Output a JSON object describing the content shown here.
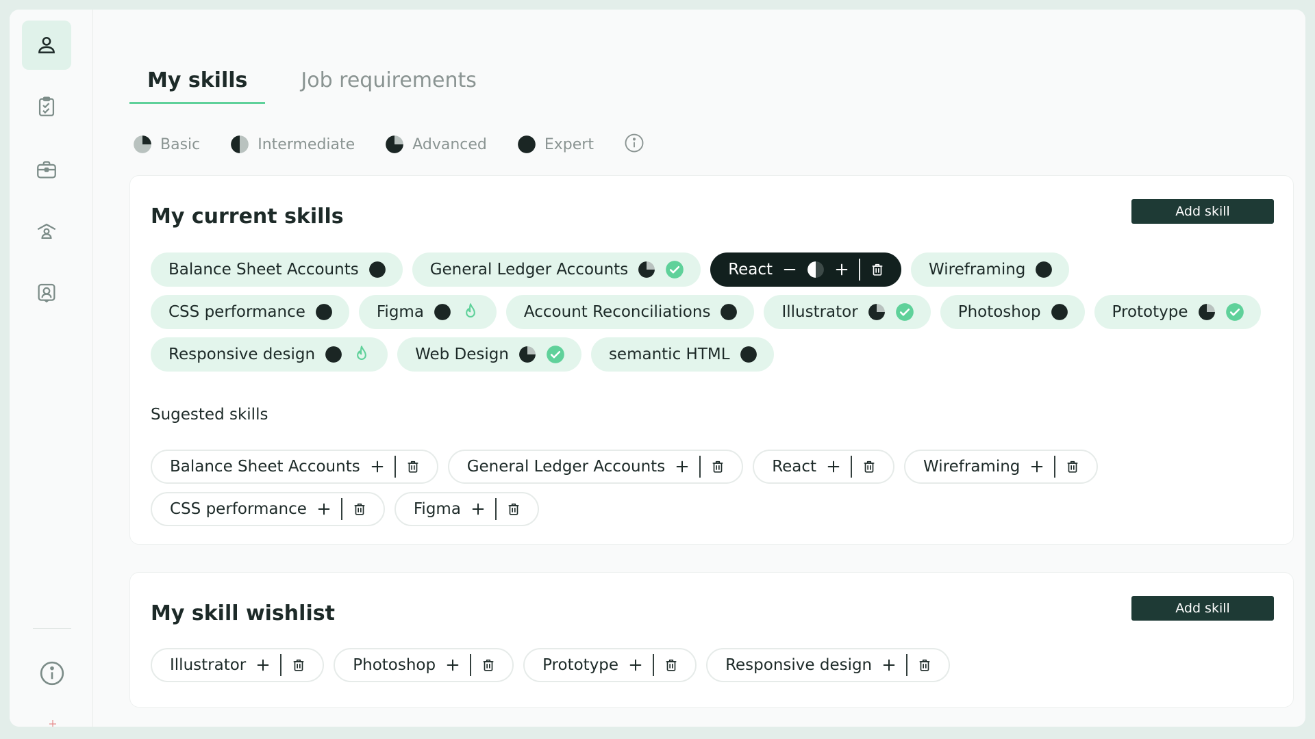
{
  "tabs": [
    {
      "label": "My skills",
      "active": true
    },
    {
      "label": "Job requirements",
      "active": false
    }
  ],
  "legend": [
    {
      "label": "Basic",
      "level": "basic"
    },
    {
      "label": "Intermediate",
      "level": "intermediate"
    },
    {
      "label": "Advanced",
      "level": "advanced"
    },
    {
      "label": "Expert",
      "level": "expert"
    }
  ],
  "current": {
    "title": "My current skills",
    "add_label": "Add skill",
    "skills": [
      {
        "name": "Balance Sheet Accounts",
        "level": "expert",
        "status": null
      },
      {
        "name": "General Ledger Accounts",
        "level": "advanced",
        "status": "check"
      },
      {
        "name": "React",
        "level": "intermediate",
        "status": null,
        "editing": true
      },
      {
        "name": "Wireframing",
        "level": "expert",
        "status": null
      },
      {
        "name": "CSS performance",
        "level": "expert",
        "status": null
      },
      {
        "name": "Figma",
        "level": "expert",
        "status": "flame"
      },
      {
        "name": "Account Reconciliations",
        "level": "expert",
        "status": null
      },
      {
        "name": "Illustrator",
        "level": "advanced",
        "status": "check"
      },
      {
        "name": "Photoshop",
        "level": "expert",
        "status": null
      },
      {
        "name": "Prototype",
        "level": "advanced",
        "status": "check"
      },
      {
        "name": "Responsive design",
        "level": "expert",
        "status": "flame"
      },
      {
        "name": "Web Design",
        "level": "advanced",
        "status": "check"
      },
      {
        "name": "semantic HTML",
        "level": "expert",
        "status": null
      }
    ],
    "suggested_label": "Sugested skills",
    "suggested": [
      "Balance Sheet Accounts",
      "General Ledger Accounts",
      "React",
      "Wireframing",
      "CSS performance",
      "Figma"
    ]
  },
  "wishlist": {
    "title": "My skill wishlist",
    "add_label": "Add skill",
    "skills": [
      "Illustrator",
      "Photoshop",
      "Prototype",
      "Responsive design"
    ]
  },
  "colors": {
    "accent": "#5fd19a",
    "chip_bg": "#e3f5ec",
    "dark": "#12201e",
    "button": "#1e3a35"
  },
  "icons": {
    "sidebar": [
      "user-icon",
      "clipboard-check-icon",
      "briefcase-icon",
      "mentor-icon",
      "badge-icon"
    ],
    "bottom": "info-icon"
  }
}
